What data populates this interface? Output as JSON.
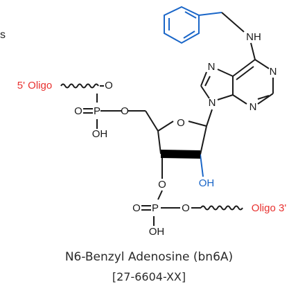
{
  "molecule": {
    "name": "N6-Benzyl Adenosine (bn6A)",
    "catalog": "[27-6604-XX]",
    "left_label": "5' Oligo",
    "right_label": "Oligo 3'",
    "edge_glyph": "s",
    "atoms": {
      "amine": "NH",
      "n_top": "N",
      "n_right": "N",
      "n_bottom": "N",
      "n_glyco": "N",
      "o_ring": "O",
      "o_5prime": "O",
      "o_phos1_ester": "O",
      "o_phos1_double": "O",
      "p1": "P",
      "oh_phos1": "OH",
      "oh_2prime": "OH",
      "o_3prime": "O",
      "o_phos2_double": "O",
      "p2": "P",
      "o_phos2_ester": "O",
      "oh_phos2": "OH"
    }
  }
}
